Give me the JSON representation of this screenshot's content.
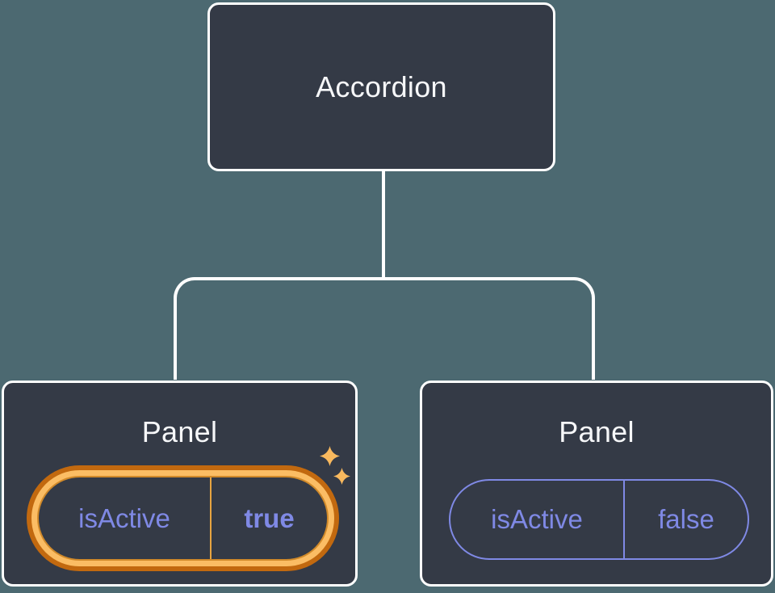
{
  "diagram": {
    "type": "component-tree",
    "root": {
      "label": "Accordion"
    },
    "children": [
      {
        "label": "Panel",
        "prop_name": "isActive",
        "prop_value": "true",
        "state": "active-highlighted"
      },
      {
        "label": "Panel",
        "prop_name": "isActive",
        "prop_value": "false",
        "state": "inactive"
      }
    ]
  },
  "colors": {
    "background": "#4C6971",
    "node_fill": "#343A46",
    "node_border": "#FFFFFF",
    "label_text": "#F6F7F9",
    "prop_text": "#7F89E5",
    "highlight_ring_outer": "#C2690F",
    "highlight_ring_inner": "#FBBD64",
    "highlight_divider": "#E7A440",
    "sparkle": "#F9B95E",
    "connector": "#FFFFFF"
  }
}
